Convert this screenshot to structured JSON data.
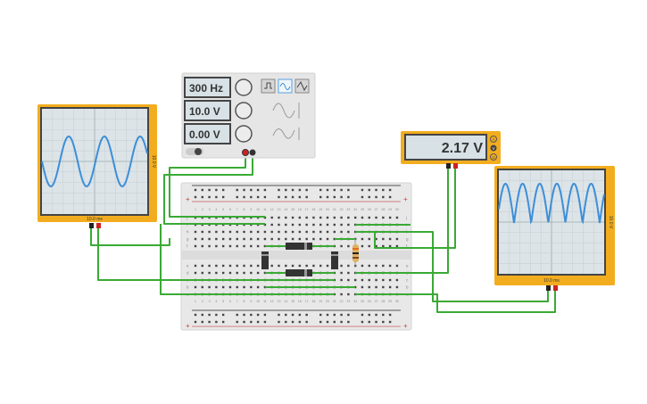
{
  "function_generator": {
    "frequency": "300 Hz",
    "amplitude": "10.0 V",
    "dc_offset": "0.00 V",
    "waveforms": [
      "square-wave-icon",
      "sine-wave-icon",
      "triangle-wave-icon"
    ],
    "selected_waveform": "sine"
  },
  "oscilloscope_left": {
    "time_label": "10.0 ms",
    "volt_label": "10.0 V",
    "trace": "sine"
  },
  "oscilloscope_right": {
    "time_label": "10.0 ms",
    "volt_label": "10.0 V",
    "trace": "full-wave-rectified"
  },
  "multimeter": {
    "reading": "2.17 V",
    "modes": [
      "A",
      "V",
      "Ω"
    ],
    "selected_mode": "V"
  },
  "breadboard": {
    "top_row_letters": [
      "j",
      "i",
      "h",
      "g",
      "f"
    ],
    "bottom_row_letters": [
      "e",
      "d",
      "c",
      "b",
      "a"
    ],
    "column_count": 30
  },
  "colors": {
    "wire": "#3aaa35",
    "instrument_frame": "#f2ad1f",
    "trace": "#3d8ed8",
    "rail_positive": "#d23b3b"
  }
}
